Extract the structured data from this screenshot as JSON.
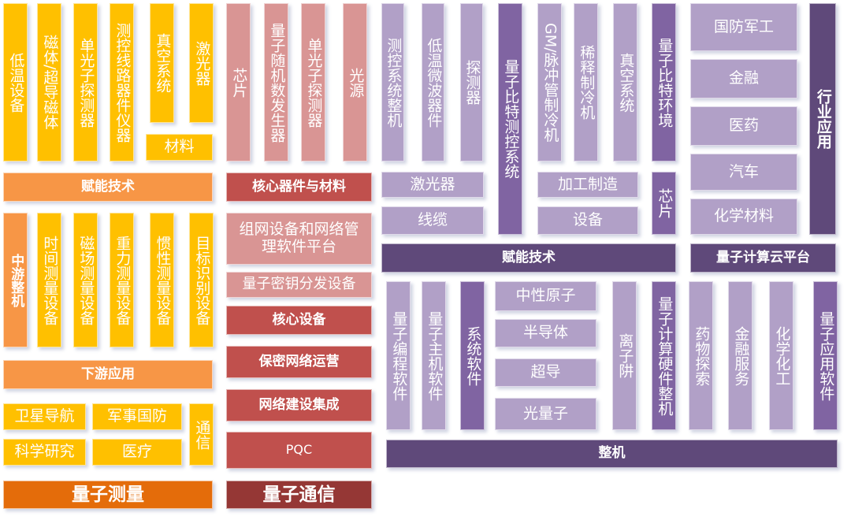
{
  "measurement": {
    "upstream": [
      "低温设备",
      "磁体/超导磁体",
      "单光子探测器",
      "测控线路器件仪器",
      "真空系统",
      "激光器",
      "材料"
    ],
    "enabling": "赋能技术",
    "midstream": "中游整机",
    "devices": [
      "时间测量设备",
      "磁场测量设备",
      "重力测量设备",
      "惯性测量设备",
      "目标识别设备"
    ],
    "downstream": "下游应用",
    "apps": [
      "卫星导航",
      "军事国防",
      "通信",
      "科学研究",
      "医疗"
    ],
    "title": "量子测量"
  },
  "communication": {
    "components": [
      "芯片",
      "量子随机数发生器",
      "单光子探测器",
      "光源"
    ],
    "core_components": "核心器件与材料",
    "equipment": [
      "组网设备和网络管理软件平台",
      "量子密钥分发设备"
    ],
    "core_equipment": "核心设备",
    "services": [
      "保密网络运营",
      "网络建设集成",
      "PQC"
    ],
    "title": "量子通信"
  },
  "computing": {
    "enabling_items": [
      "测控系统整机",
      "低温微波器件",
      "探测器",
      "量子比特测控系统",
      "GM/脉冲管制冷机",
      "稀释制冷机",
      "真空系统",
      "量子比特环境",
      "激光器",
      "线缆",
      "加工制造",
      "设备",
      "芯片"
    ],
    "industries": [
      "国防军工",
      "金融",
      "医药",
      "汽车",
      "化学材料"
    ],
    "industry_app": "行业应用",
    "enabling": "赋能技术",
    "cloud": "量子计算云平台",
    "machine_items": [
      "量子编程软件",
      "量子主机软件",
      "系统软件",
      "中性原子",
      "半导体",
      "超导",
      "光量子",
      "离子阱",
      "量子计算硬件整机",
      "药物探索",
      "金融服务",
      "化学化工",
      "量子应用软件"
    ],
    "machine": "整机"
  },
  "colors": {
    "yellow": "#FFC000",
    "orange": "#F79646",
    "pink": "#D99594",
    "red": "#C0504D",
    "light_purple": "#B1A0C7",
    "mid_purple": "#8064A2",
    "dark_purple": "#5F497A",
    "measure_title": "#E46C0A",
    "comm_title": "#953735"
  }
}
